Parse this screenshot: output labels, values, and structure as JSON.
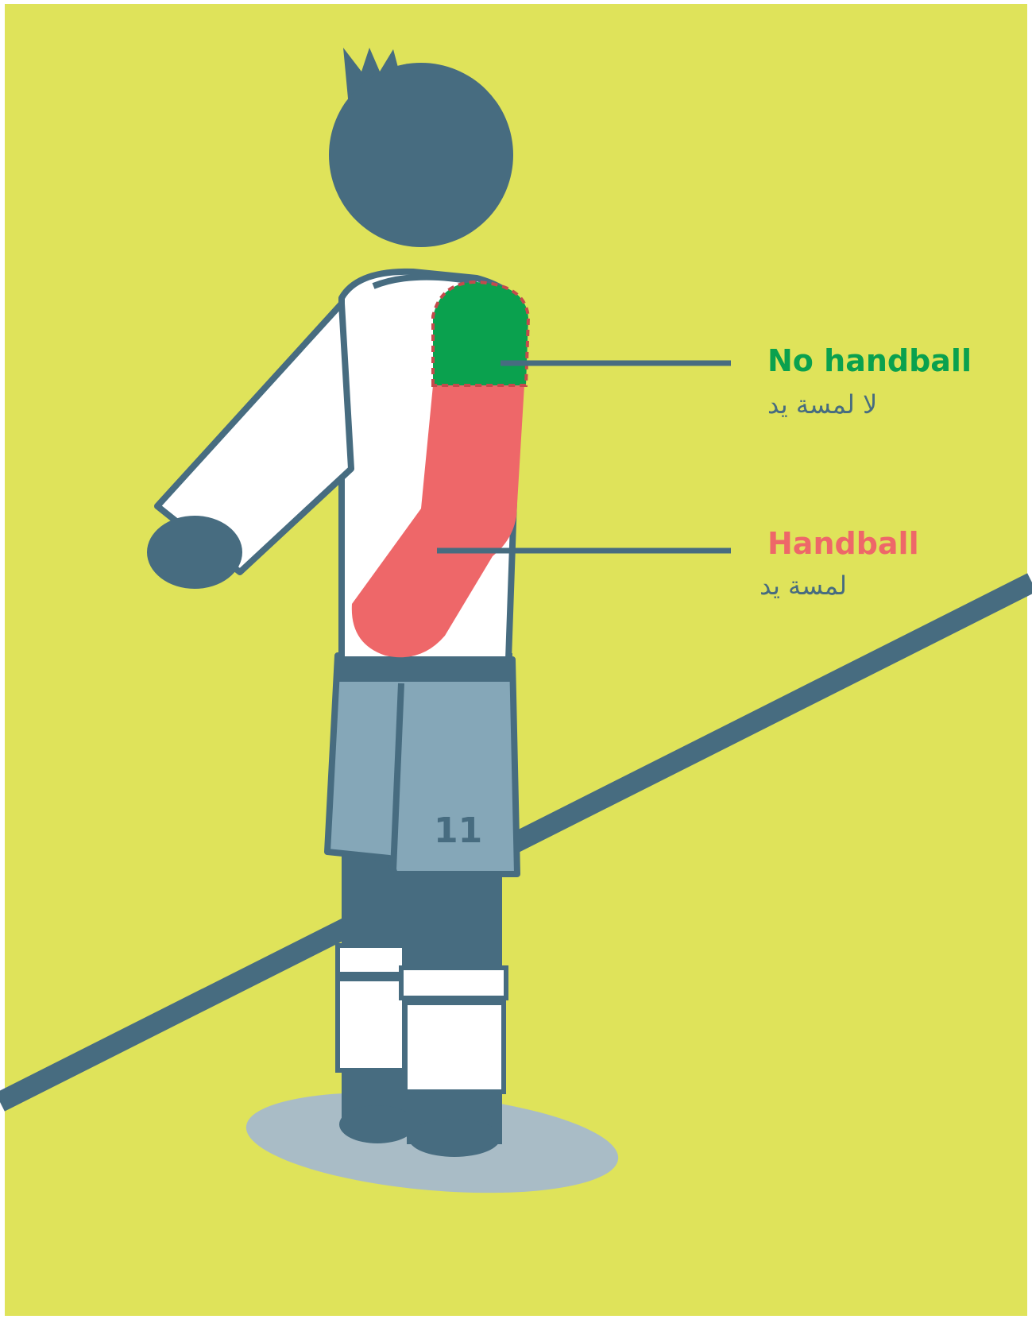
{
  "colors": {
    "background": "#dfe35a",
    "frame": "#ffffff",
    "navy": "#476c80",
    "shirt": "#ffffff",
    "shorts": "#85a7b8",
    "shadow": "#a9bcc6",
    "no_handball_green": "#0aa14e",
    "handball_red": "#ee6769"
  },
  "shirt_number": "11",
  "labels": {
    "no_handball": {
      "english": "No handball",
      "arabic": "لا لمسة يد"
    },
    "handball": {
      "english": "Handball",
      "arabic": "لمسة يد"
    }
  }
}
